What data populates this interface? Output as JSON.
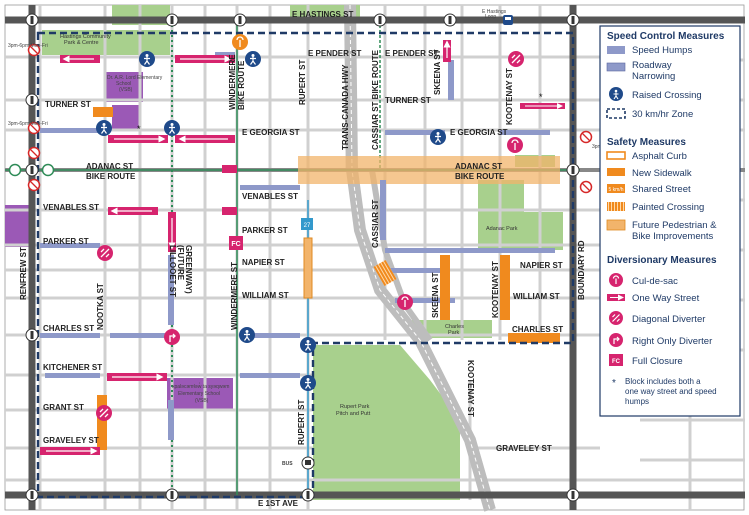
{
  "streets": {
    "e_hastings": "E HASTINGS ST",
    "e_pender_1": "E PENDER ST",
    "e_pender_2": "E PENDER ST",
    "turner_1": "TURNER ST",
    "turner_2": "TURNER ST",
    "e_georgia_1": "E GEORGIA ST",
    "e_georgia_2": "E GEORGIA ST",
    "adanac_1a": "ADANAC ST",
    "adanac_1b": "BIKE ROUTE",
    "adanac_2a": "ADANAC ST",
    "adanac_2b": "BIKE ROUTE",
    "venables_1": "VENABLES ST",
    "venables_2": "VENABLES ST",
    "parker_1": "PARKER ST",
    "parker_2": "PARKER ST",
    "napier_1": "NAPIER ST",
    "napier_2": "NAPIER ST",
    "william_1": "WILLIAM ST",
    "william_2": "WILLIAM ST",
    "charles_1": "CHARLES ST",
    "charles_2": "CHARLES ST",
    "kitchener": "KITCHENER ST",
    "grant": "GRANT ST",
    "graveley_1": "GRAVELEY ST",
    "graveley_2": "GRAVELEY ST",
    "e_1st": "E 1ST AVE",
    "renfrew": "RENFREW ST",
    "nootka": "NOOTKA ST",
    "lilloet_a": "LILLOOET ST",
    "lilloet_b": "(FUTURE",
    "lilloet_c": "GREENWAY)",
    "windermere_a": "WINDERMERE",
    "windermere_b": "BIKE ROUTE",
    "windermere_2": "WINDERMERE ST",
    "rupert_1": "RUPERT ST",
    "rupert_2": "RUPERT ST",
    "trans_canada": "TRANS-CANADA HWY",
    "cassiar_route": "CASSIAR ST BIKE ROUTE",
    "cassiar": "CASSIAR ST",
    "skeena_1": "SKEENA ST",
    "skeena_2": "SKEENA ST",
    "kootenay_1": "KOOTENAY ST",
    "kootenay_2": "KOOTENAY ST",
    "kootenay_3": "KOOTENAY ST",
    "boundary": "BOUNDARY RD"
  },
  "places": {
    "hastings_cc_1": "Hastings Community",
    "hastings_cc_2": "Park & Centre",
    "lord_school_1": "Dr. A.R. Lord Elementary",
    "lord_school_2": "School",
    "lord_school_3": "(VSB)",
    "second_school_1": "xpaləcəmɬəw̓ ta syəqwəm",
    "second_school_2": "Elementary School",
    "second_school_3": "(VSB)",
    "adanac_park": "Adanac Park",
    "charles_park_1": "Charles",
    "charles_park_2": "Park",
    "rupert_park_1": "Rupert Park",
    "rupert_park_2": "Pitch and Putt",
    "hastings_loop_1": "E Hastings",
    "hastings_loop_2": "Loop",
    "no_turn_label": "3pm-6pm Mon-Fri",
    "bus": "BUS",
    "route_27": "27",
    "fc": "FC"
  },
  "legend": {
    "speed_title": "Speed Control Measures",
    "speed_humps": "Speed Humps",
    "roadway_narrowing_1": "Roadway",
    "roadway_narrowing_2": "Narrowing",
    "raised_crossing": "Raised Crossing",
    "zone_30": "30 km/hr Zone",
    "safety_title": "Safety Measures",
    "asphalt_curb": "Asphalt Curb",
    "new_sidewalk": "New Sidewalk",
    "shared_street": "Shared Street",
    "shared_street_icon": "5 km/h",
    "painted_crossing": "Painted Crossing",
    "future_ped_1": "Future Pedestrian &",
    "future_ped_2": "Bike Improvements",
    "diversionary_title": "Diversionary Measures",
    "cul_de_sac": "Cul-de-sac",
    "one_way": "One Way Street",
    "diagonal": "Diagonal Diverter",
    "right_only": "Right Only Diverter",
    "full_closure": "Full Closure",
    "full_closure_icon": "FC",
    "note_star": "*",
    "note_1": "Block includes both a",
    "note_2": "one way street and speed",
    "note_3": "humps"
  },
  "colors": {
    "zone_border": "#1f3a66",
    "speed_hump": "#8e99c9",
    "raised_crossing": "#1f4a8a",
    "diverter": "#d6246e",
    "future_improvement": "#f2b46b",
    "new_sidewalk": "#f08a1e",
    "park": "#a8d08d",
    "school": "#9b59b6",
    "greenway": "#2e8b57",
    "road_major": "#555555"
  },
  "icons": {
    "raised_crossing": "pedestrian-icon",
    "cul_de_sac": "cul-de-sac-icon",
    "diagonal_diverter": "diagonal-diverter-icon",
    "right_only_diverter": "right-turn-icon",
    "no_turn": "no-left-turn-icon",
    "bus": "bus-icon"
  }
}
